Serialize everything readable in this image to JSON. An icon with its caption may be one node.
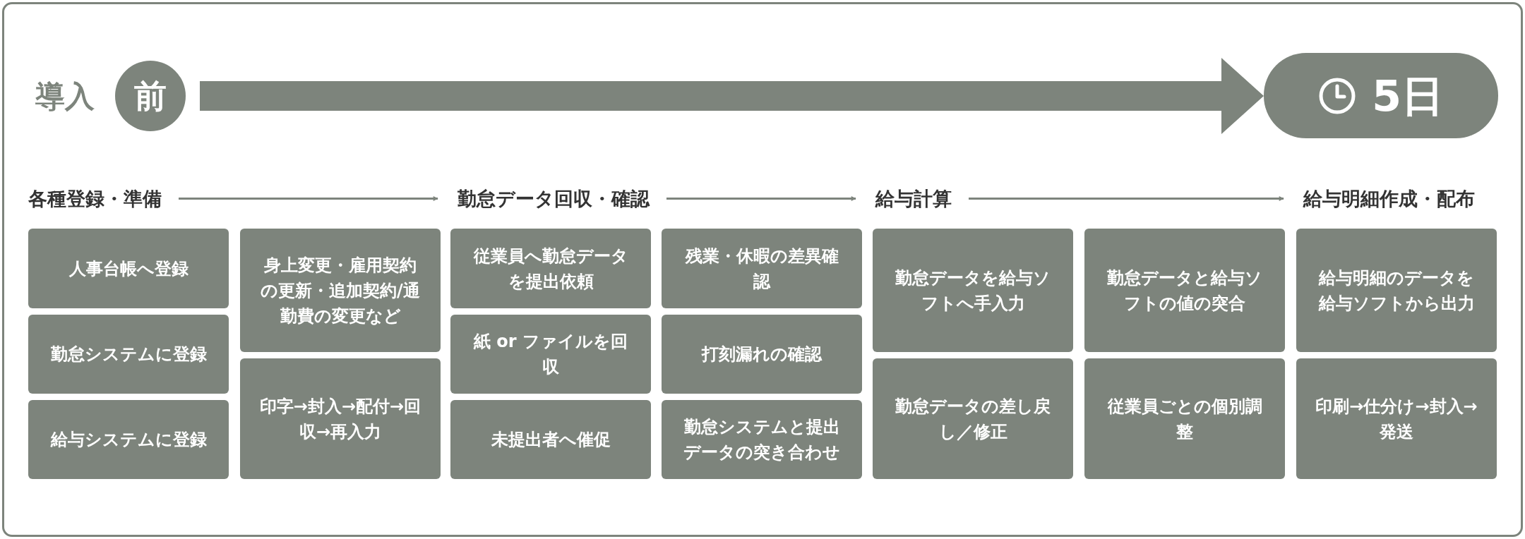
{
  "diagram": {
    "nodes": [
      {
        "text": [
          "前"
        ],
        "beside": [
          "導入"
        ]
      },
      {
        "text": [
          "5日"
        ]
      },
      {
        "text": [
          "各種登録・準備"
        ]
      },
      {
        "text": [
          "勤怠データ回収・確認"
        ]
      },
      {
        "text": [
          "給与計算"
        ]
      },
      {
        "text": [
          "給与明細作成・配布"
        ]
      },
      {
        "text": [
          "人事台帳へ登録"
        ]
      },
      {
        "text": [
          "勤怠システムに登録"
        ]
      },
      {
        "text": [
          "給与システムに登録"
        ]
      },
      {
        "text": [
          "身上変更・雇用契約の更新・追加契約/通勤費の変更など"
        ]
      },
      {
        "text": [
          "印字→封入→配付→回収→再入力"
        ]
      },
      {
        "text": [
          "従業員へ勤怠データを提出依頼"
        ]
      },
      {
        "text": [
          "紙 or ファイルを回収"
        ]
      },
      {
        "text": [
          "未提出者へ催促"
        ]
      },
      {
        "text": [
          "残業・休暇の差異確認"
        ]
      },
      {
        "text": [
          "打刻漏れの確認"
        ]
      },
      {
        "text": [
          "勤怠システムと提出データの突き合わせ"
        ]
      },
      {
        "text": [
          "勤怠データを給与ソフトへ手入力"
        ]
      },
      {
        "text": [
          "勤怠データの差し戻し／修正"
        ]
      },
      {
        "text": [
          "勤怠データと給与ソフトの値の突合"
        ]
      },
      {
        "text": [
          "従業員ごとの個別調整"
        ]
      },
      {
        "text": [
          "給与明細のデータを給与ソフトから出力"
        ]
      },
      {
        "text": [
          "印刷→仕分け→封入→発送"
        ]
      }
    ],
    "edges": [
      {
        "from": 0,
        "to": 1,
        "arrow": "to",
        "style": "thick"
      },
      {
        "from": 2,
        "to": 3,
        "arrow": "to"
      },
      {
        "from": 3,
        "to": 4,
        "arrow": "to"
      },
      {
        "from": 4,
        "to": 5,
        "arrow": "to"
      }
    ]
  }
}
